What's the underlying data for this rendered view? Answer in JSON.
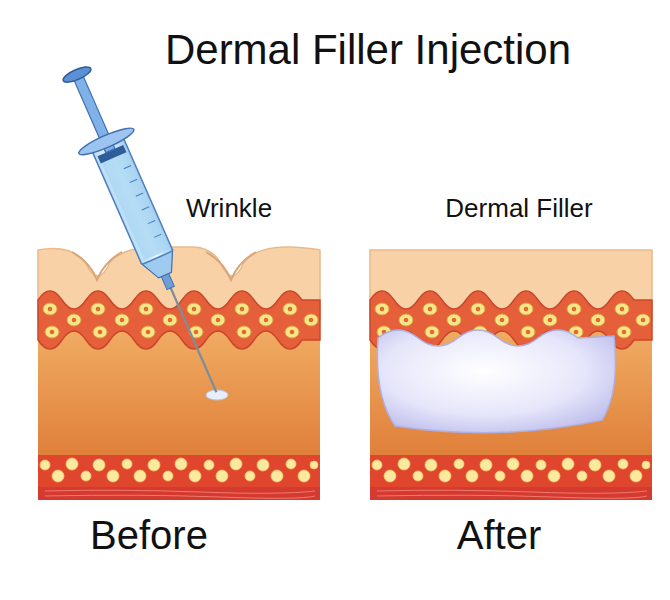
{
  "diagram": {
    "title": "Dermal Filler Injection",
    "labels": [
      "Wrinkle",
      "Dermal Filler",
      "Before",
      "After"
    ]
  }
}
